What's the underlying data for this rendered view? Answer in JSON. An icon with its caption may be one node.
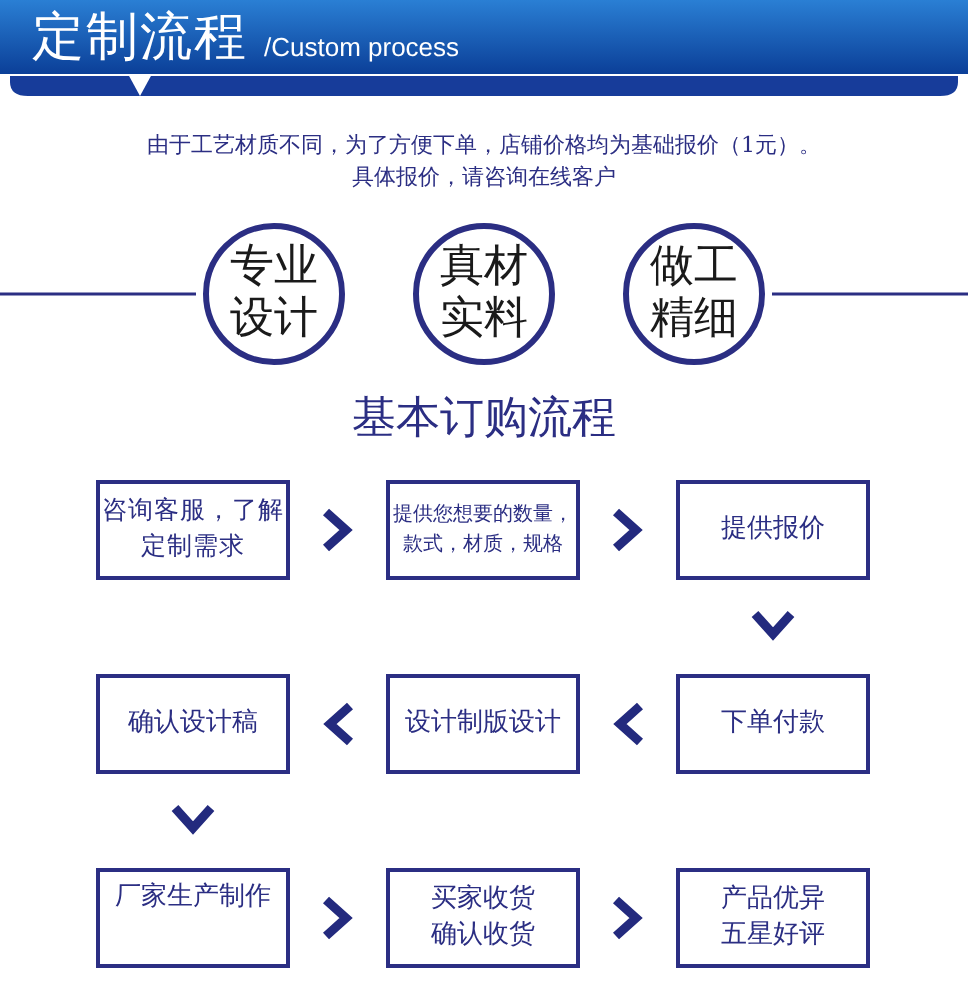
{
  "diagram": {
    "title": "定制流程",
    "nodes": [
      {
        "text": [
          "专业设计"
        ]
      },
      {
        "text": [
          "真材实料"
        ]
      },
      {
        "text": [
          "做工精细"
        ]
      },
      {
        "text": [
          "咨询客服，了解定制需求"
        ]
      },
      {
        "text": [
          "提供您想要的数量，款式，材质，规格"
        ]
      },
      {
        "text": [
          "提供报价"
        ]
      },
      {
        "text": [
          "下单付款"
        ]
      },
      {
        "text": [
          "设计制版设计"
        ]
      },
      {
        "text": [
          "确认设计稿"
        ]
      },
      {
        "text": [
          "厂家生产制作"
        ]
      },
      {
        "text": [
          "买家收货确认收货"
        ]
      },
      {
        "text": [
          "产品优异五星好评"
        ]
      }
    ],
    "edges": [
      {
        "from": 3,
        "to": 4,
        "arrow": "to"
      },
      {
        "from": 4,
        "to": 5,
        "arrow": "to"
      },
      {
        "from": 5,
        "to": 6,
        "arrow": "to"
      },
      {
        "from": 6,
        "to": 7,
        "arrow": "to"
      },
      {
        "from": 7,
        "to": 8,
        "arrow": "to"
      },
      {
        "from": 8,
        "to": 9,
        "arrow": "to"
      },
      {
        "from": 9,
        "to": 10,
        "arrow": "to"
      },
      {
        "from": 10,
        "to": 11,
        "arrow": "to"
      }
    ],
    "labels": [
      "/Custom process",
      "由于工艺材质不同，为了方便下单，店铺价格均为基础报价（1元）。具体报价，请咨询在线客户",
      "基本订购流程"
    ]
  }
}
